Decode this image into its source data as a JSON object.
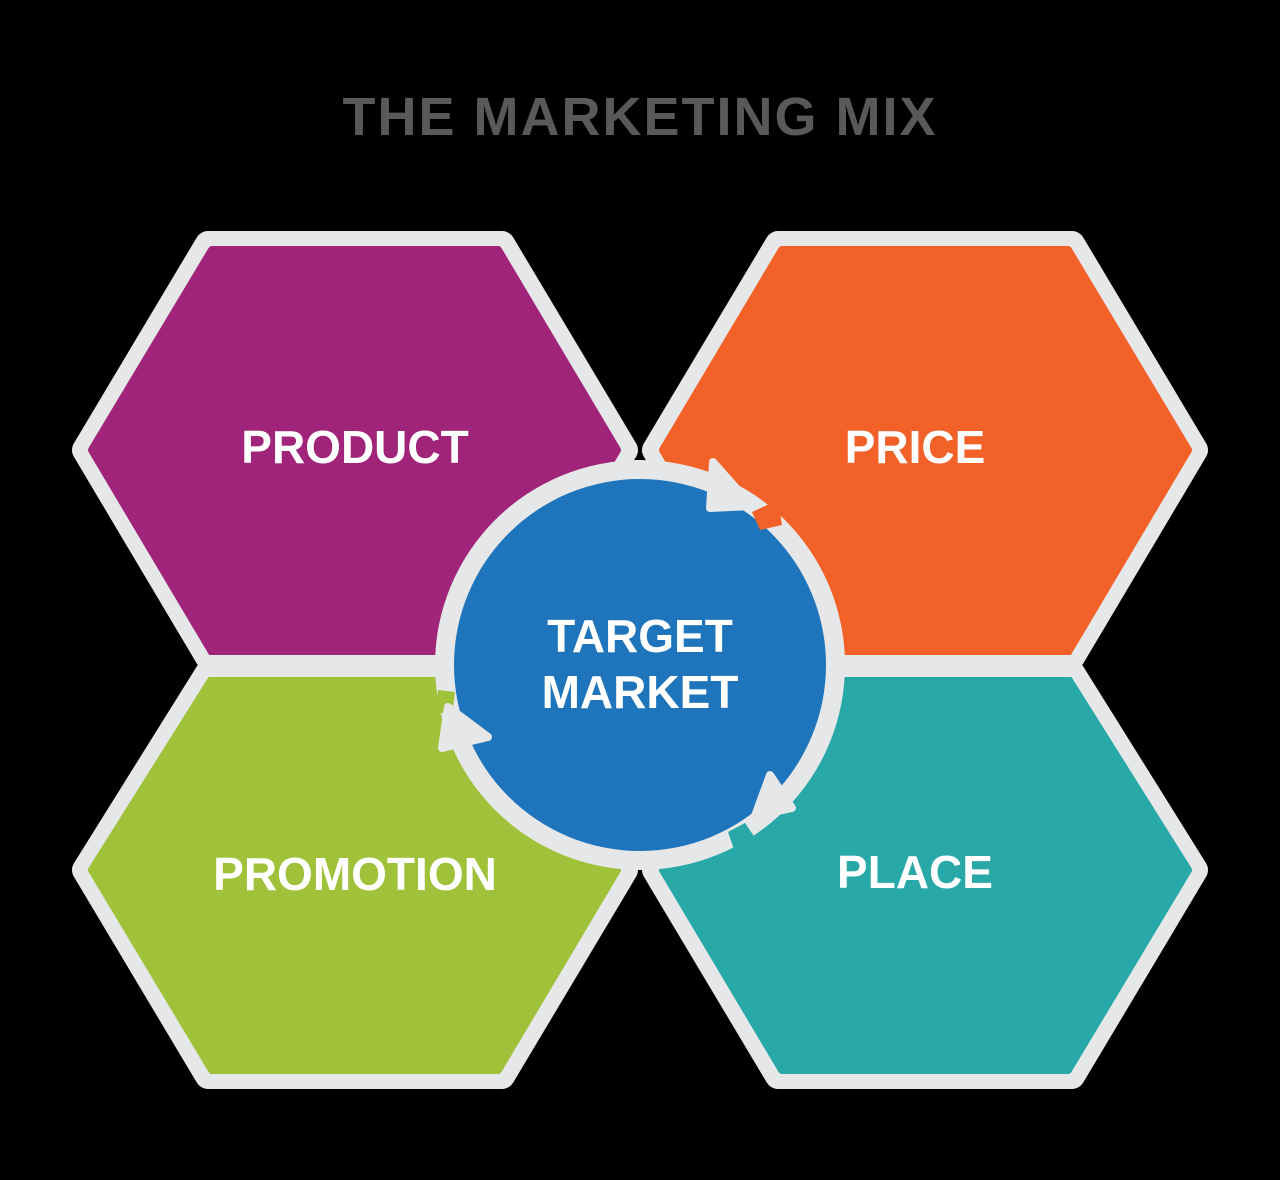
{
  "title": "THE MARKETING MIX",
  "colors": {
    "background": "#000000",
    "title": "#58595b",
    "border": "#e6e7e8",
    "product": "#a0257a",
    "price": "#f26228",
    "promotion": "#a0c13a",
    "place": "#29a8a8",
    "target_market": "#1e75bb",
    "label": "#ffffff"
  },
  "segments": [
    {
      "id": "product",
      "label": "PRODUCT",
      "position": "top-left"
    },
    {
      "id": "price",
      "label": "PRICE",
      "position": "top-right"
    },
    {
      "id": "promotion",
      "label": "PROMOTION",
      "position": "bottom-left"
    },
    {
      "id": "place",
      "label": "PLACE",
      "position": "bottom-right"
    }
  ],
  "center": {
    "line1": "TARGET",
    "line2": "MARKET"
  },
  "cycle_arrows": [
    {
      "name": "arrow-to-price",
      "direction": "clockwise"
    },
    {
      "name": "arrow-to-place",
      "direction": "clockwise"
    },
    {
      "name": "arrow-to-promotion",
      "direction": "clockwise"
    }
  ]
}
